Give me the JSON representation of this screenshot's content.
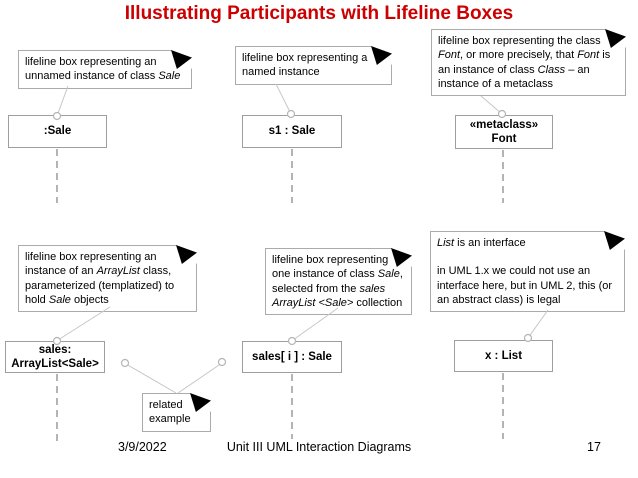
{
  "title": "Illustrating Participants with Lifeline Boxes",
  "colors": {
    "title_red": "#cc0000",
    "connector_gray": "#c6c6c6",
    "lifeline_dash_gray": "#9b9b9b",
    "box_border_gray": "#9e9e9e",
    "note_border_gray": "#ababab",
    "fold_black": "#000000"
  },
  "notes": {
    "unnamed": {
      "segments": [
        {
          "t": "lifeline box representing an unnamed instance of class "
        },
        {
          "t": "Sale",
          "i": true
        }
      ]
    },
    "named": {
      "segments": [
        {
          "t": "lifeline box representing a named instance"
        }
      ]
    },
    "metaclass": {
      "segments": [
        {
          "t": "lifeline box representing the class "
        },
        {
          "t": "Font",
          "i": true
        },
        {
          "t": ", or more precisely, that "
        },
        {
          "t": "Font",
          "i": true
        },
        {
          "t": " is an instance of class "
        },
        {
          "t": "Class",
          "i": true
        },
        {
          "t": " – an instance of a metaclass"
        }
      ]
    },
    "arraylist": {
      "segments": [
        {
          "t": "lifeline box representing an instance of an "
        },
        {
          "t": "ArrayList",
          "i": true
        },
        {
          "t": " class, parameterized (templatized) to hold "
        },
        {
          "t": "Sale",
          "i": true
        },
        {
          "t": " objects"
        }
      ]
    },
    "one_instance": {
      "segments": [
        {
          "t": "lifeline box representing one instance of class "
        },
        {
          "t": "Sale",
          "i": true
        },
        {
          "t": ", selected from the "
        },
        {
          "t": "sales",
          "i": true
        },
        {
          "t": " "
        },
        {
          "t": "ArrayList <Sale>",
          "i": true
        },
        {
          "t": " collection"
        }
      ]
    },
    "list_interface": {
      "paragraphs": [
        [
          {
            "t": "List",
            "i": true
          },
          {
            "t": " is an interface"
          }
        ],
        [
          {
            "t": "in UML 1.x we could not use an interface here, but in UML 2, this (or an abstract class) is legal"
          }
        ]
      ]
    },
    "related": {
      "segments": [
        {
          "t": "related example"
        }
      ]
    }
  },
  "lifeline_boxes": {
    "sale": {
      "lines": [
        ":Sale"
      ]
    },
    "s1": {
      "lines": [
        "s1 : Sale"
      ]
    },
    "font": {
      "lines": [
        "«metaclass»",
        "Font"
      ]
    },
    "sales": {
      "lines": [
        "sales:",
        "ArrayList<Sale>"
      ]
    },
    "sales_i": {
      "lines": [
        "sales[ i ] : Sale"
      ]
    },
    "x_list": {
      "lines": [
        "x : List"
      ]
    }
  },
  "footer": {
    "date": "3/9/2022",
    "center": "Unit III UML Interaction Diagrams",
    "page": "17"
  }
}
